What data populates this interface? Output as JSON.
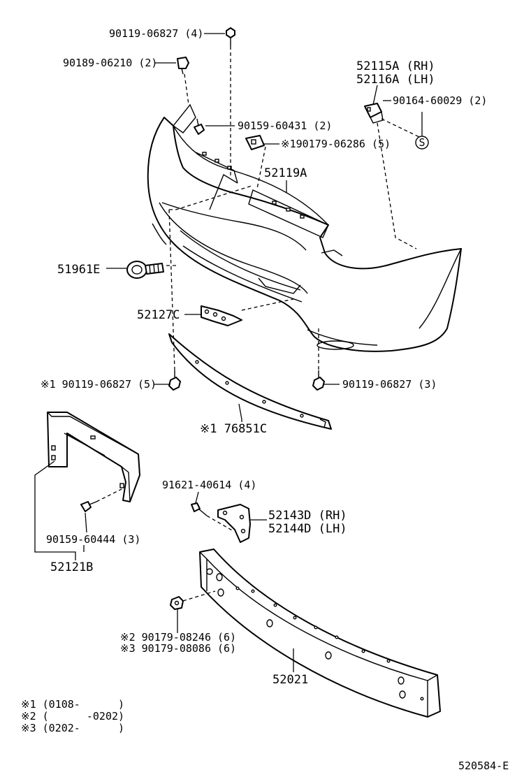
{
  "callouts": {
    "bolt_top": "90119-06827 (4)",
    "clip_top": "90189-06210 (2)",
    "retainer_rh": "52115A (RH)",
    "retainer_lh": "52116A (LH)",
    "screw_retainer": "90164-60029 (2)",
    "service_symbol": "S",
    "screw_bumper": "90159-60431 (2)",
    "nut_clip": "※190179-06286 (5)",
    "cover_part": "52119A",
    "hook_part": "51961E",
    "bracket_part": "52127C",
    "bolt_lower_left": "※1 90119-06827 (5)",
    "bolt_lower_right": "90119-06827 (3)",
    "absorber_part": "※1 76851C",
    "bracket_bolt": "91621-40614 (4)",
    "support_rh": "52143D (RH)",
    "support_lh": "52144D (LH)",
    "screw_plate": "90159-60444 (3)",
    "plate_part": "52121B",
    "nut_2": "※2 90179-08246 (6)",
    "nut_3": "※3 90179-08086 (6)",
    "reinforcement_part": "52021"
  },
  "notes": {
    "note1": "※1 (0108-      )",
    "note2": "※2 (      -0202)",
    "note3": "※3 (0202-      )"
  },
  "diagram_id": "520584-E"
}
